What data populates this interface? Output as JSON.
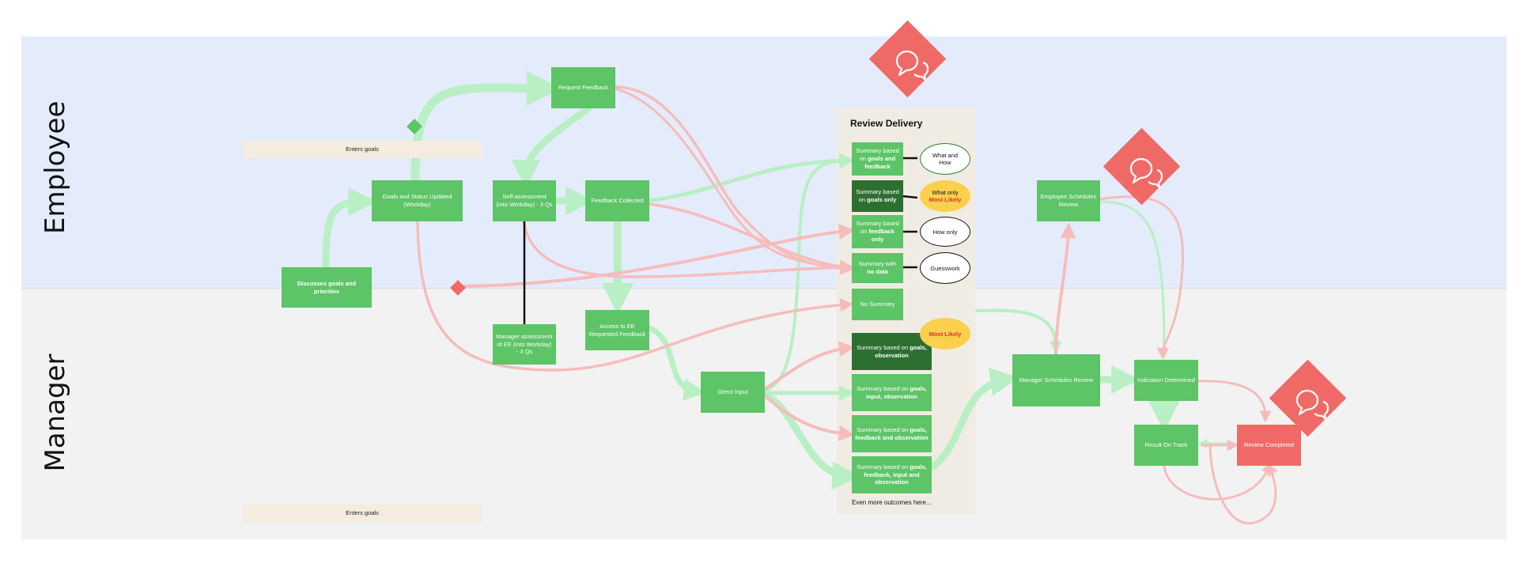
{
  "lanes": {
    "employee": "Employee",
    "manager": "Manager"
  },
  "notes": {
    "enters_goals_top": "Enters goals",
    "enters_goals_bottom": "Enters goals"
  },
  "steps": {
    "discusses": "Discusses goals and priorities",
    "goals_updated": "Goals and Status Updated (Workday)",
    "request_feedback": "Request Feedback",
    "self_assessment": "Self-assessment (into Workday) - 3 Qs",
    "feedback_collected": "Feedback Collected",
    "manager_assessment": "Manager assessment of EE (into Workday) - 3 Qs",
    "access_ee": "Access to EE Requested Feedback",
    "direct_input": "Direct Input",
    "employee_schedules": "Employee Schedules Review",
    "manager_schedules": "Manager Schedules Review",
    "indication": "Indication Determined",
    "result_on_track": "Result On Track",
    "review_completed": "Review Completed"
  },
  "review_delivery": {
    "title": "Review Delivery",
    "summaries": [
      {
        "pre": "Summary based on ",
        "bold": "goals and feedback"
      },
      {
        "pre": "Summary based on ",
        "bold": "goals only"
      },
      {
        "pre": "Summary based on ",
        "bold": "feedback only"
      },
      {
        "pre": "Summary with ",
        "bold": "no data"
      },
      {
        "pre": "No Summary",
        "bold": ""
      },
      {
        "pre": "Summary based on ",
        "bold": "goals, observation"
      },
      {
        "pre": "Summary based on ",
        "bold": "goals, input, observation"
      },
      {
        "pre": "Summary based on ",
        "bold": "goals, feedback and observation"
      },
      {
        "pre": "Summary based on ",
        "bold": "goals, feedback, input and observation"
      }
    ],
    "outcomes": {
      "what_and_how": "What and How",
      "what_only": "What only",
      "most_likely": "Most Likely",
      "how_only": "How only",
      "guesswork": "Guesswork",
      "most_likely_manager": "Most Likely"
    },
    "more": "Even more outcomes here..."
  },
  "colors": {
    "employee_lane": "#e4ecfb",
    "manager_lane": "#f2f2f2",
    "green_node": "#5dc467",
    "dark_green_node": "#2d6f31",
    "red_node": "#ef6a66",
    "green_arrow": "#b8efc4",
    "red_arrow": "#f6bcbc",
    "yellow_oval": "#fad04d"
  }
}
